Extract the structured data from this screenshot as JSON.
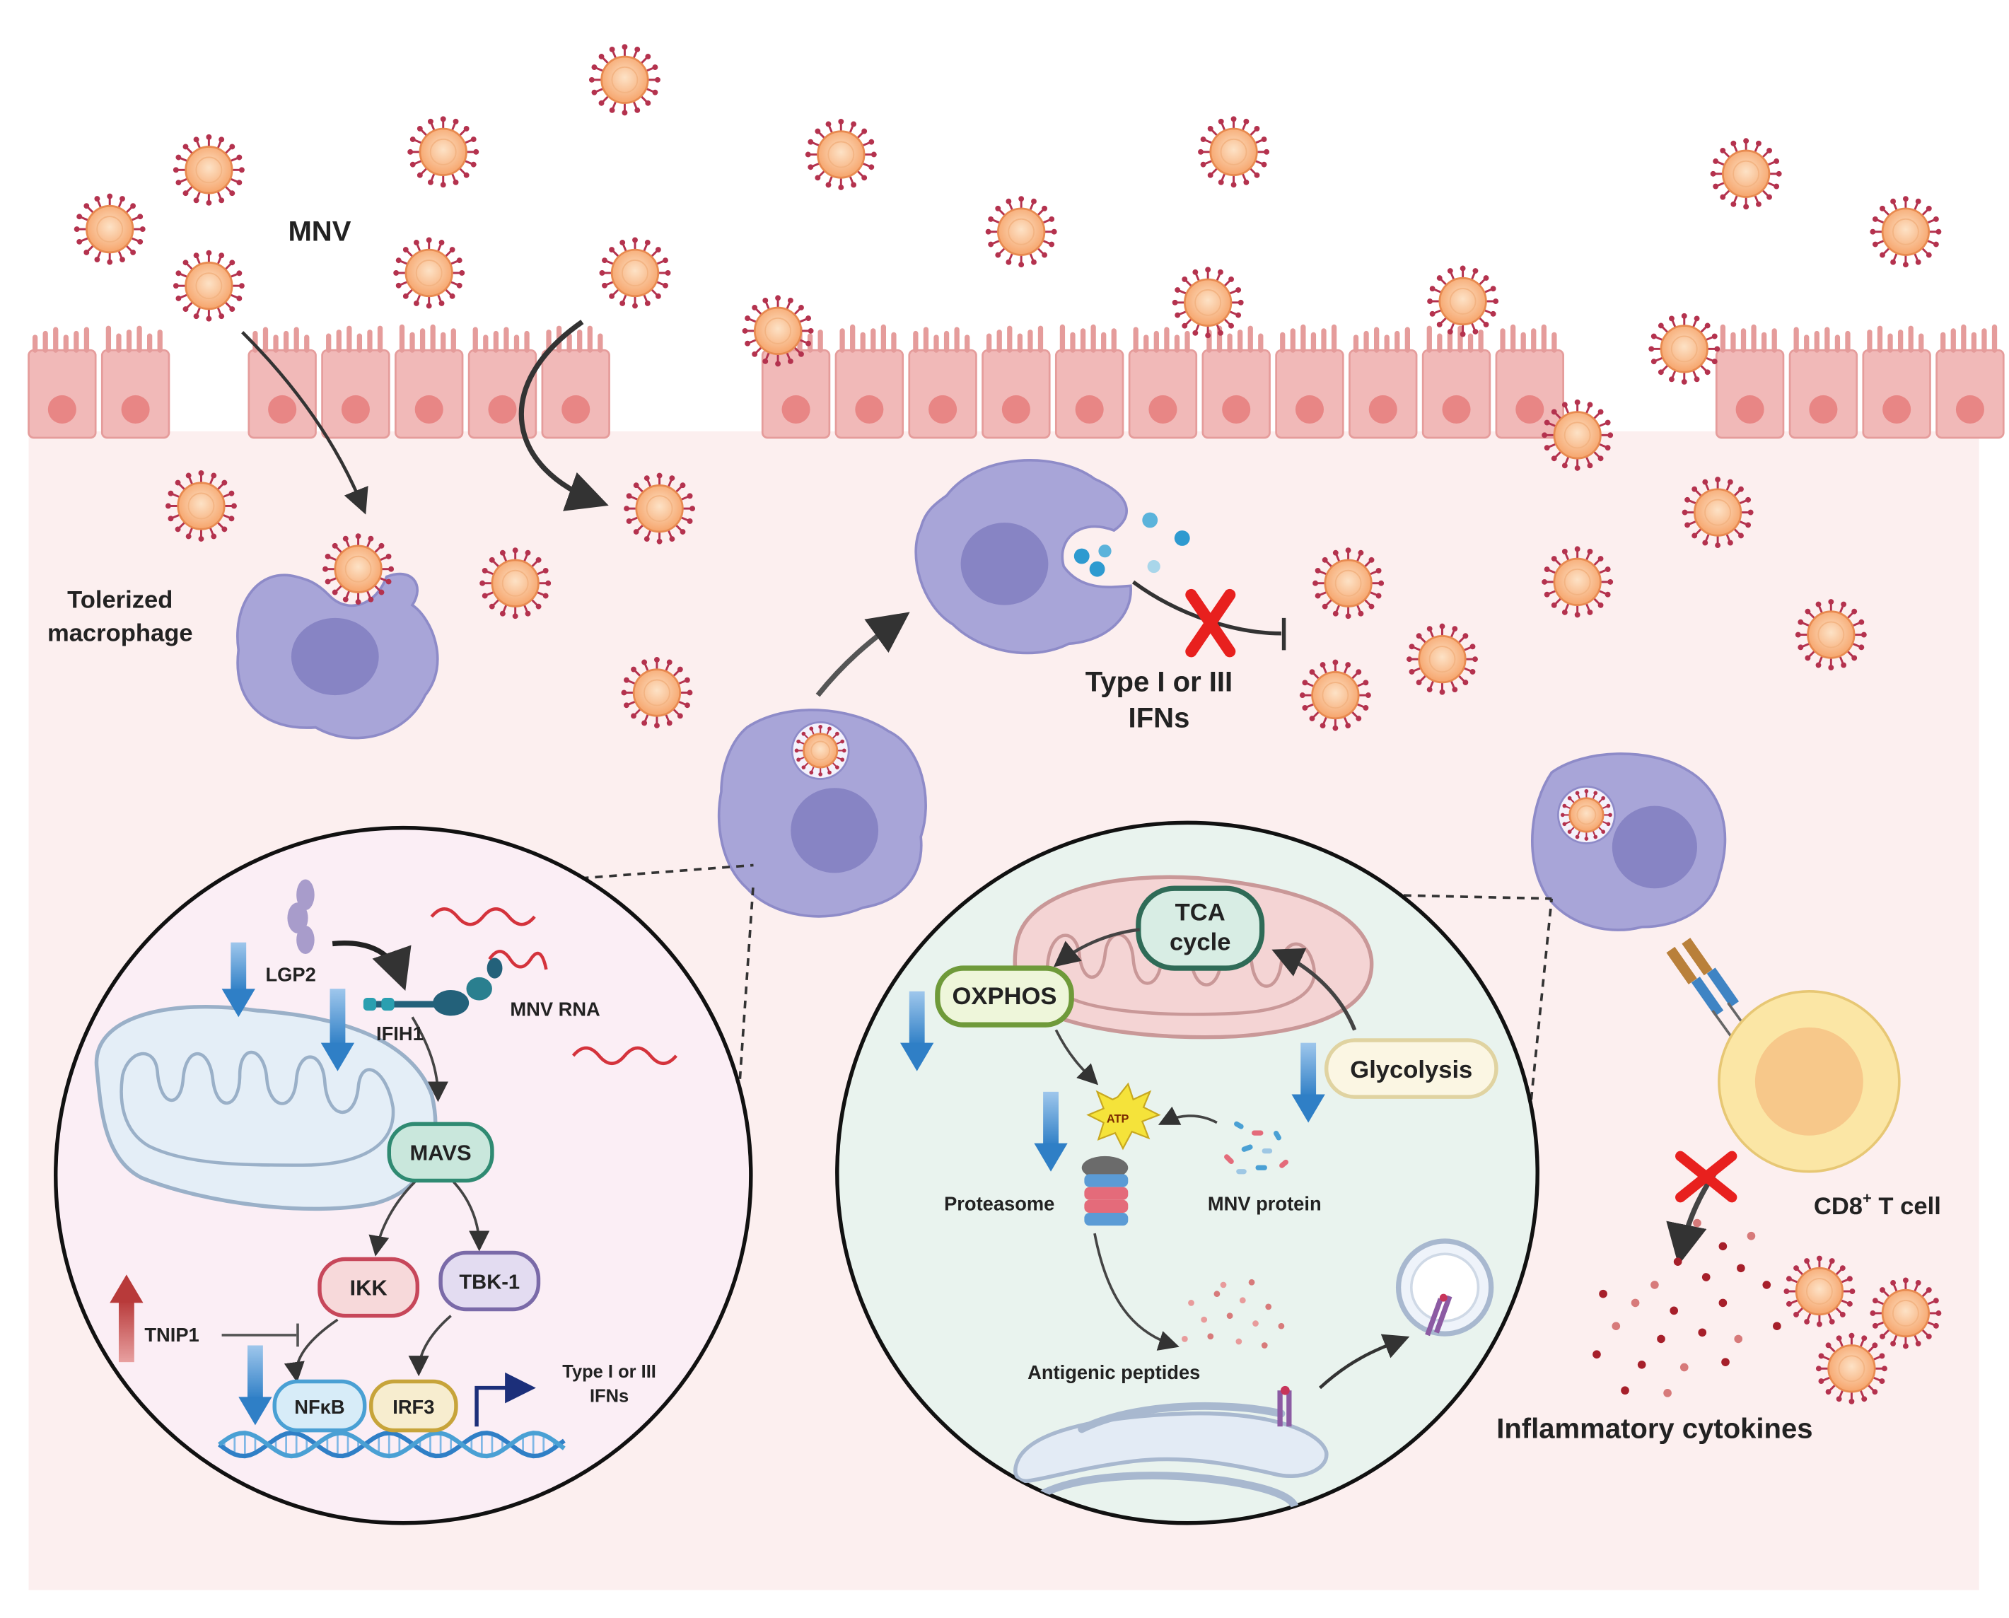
{
  "labels": {
    "mnv": "MNV",
    "tolerized_line1": "Tolerized",
    "tolerized_line2": "macrophage",
    "ifn_top_line1": "Type I or III",
    "ifn_top_line2": "IFNs",
    "cd8_prefix": "CD8",
    "cd8_sup": "+",
    "cd8_suffix": " T cell",
    "inflammatory": "Inflammatory cytokines"
  },
  "left_panel": {
    "lgp2": "LGP2",
    "ifih1": "IFIH1",
    "mnv_rna": "MNV RNA",
    "mavs": "MAVS",
    "ikk": "IKK",
    "tbk1": "TBK-1",
    "tnip1": "TNIP1",
    "nfkb": "NFκB",
    "irf3": "IRF3",
    "ifn_line1": "Type I or III",
    "ifn_line2": "IFNs"
  },
  "right_panel": {
    "tca_line1": "TCA",
    "tca_line2": "cycle",
    "oxphos": "OXPHOS",
    "glycolysis": "Glycolysis",
    "atp": "ATP",
    "proteasome": "Proteasome",
    "mnv_protein": "MNV protein",
    "antigenic": "Antigenic peptides"
  },
  "colors": {
    "virus_core": "#f6a56c",
    "virus_spike": "#b4324e",
    "epithelium": "#f1b9b8",
    "nucleus_epi": "#e88685",
    "macrophage": "#a8a5d8",
    "macro_nucleus": "#8784c4",
    "blue_arrow": "#3a86cc",
    "red_arrow": "#b83a3a",
    "red_x": "#e8201e",
    "left_panel_bg": "#fbeef5",
    "right_panel_bg": "#e9f3ee",
    "mavs": "#2f8a72",
    "ikk": "#c7475a",
    "tbk1": "#7a6aa8",
    "nfkb": "#4aa0d4",
    "irf3": "#c7a43a",
    "tcell_outer": "#fbe6a5",
    "tcell_inner": "#f7c88a"
  }
}
